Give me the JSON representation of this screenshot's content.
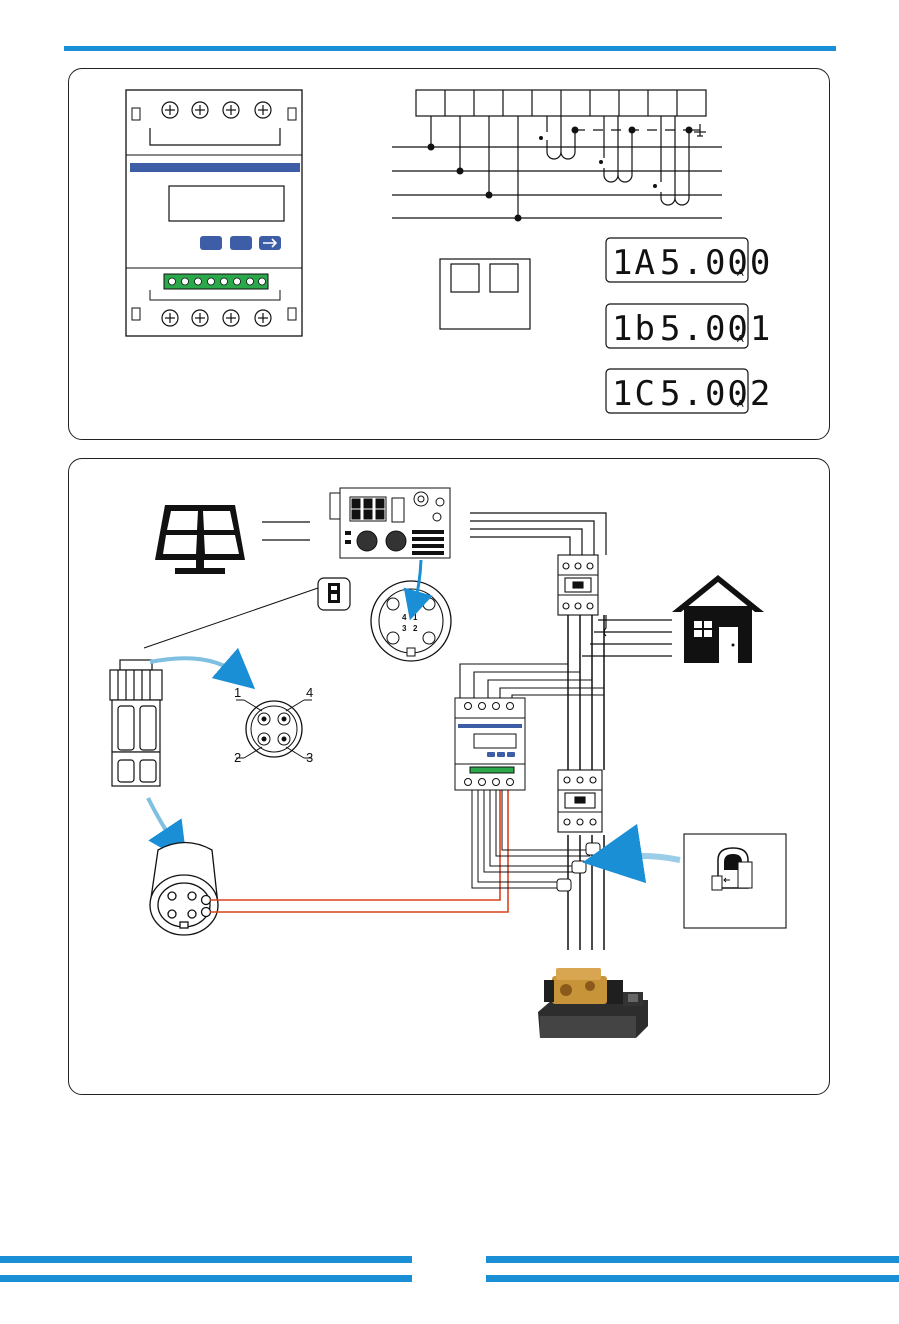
{
  "colors": {
    "accent": "#1a8fd6",
    "meter_blue": "#3d5ea6",
    "terminal_green": "#2aa84a",
    "cable_red": "#d9441c",
    "arrow_blue": "#9ccde8",
    "line": "#111111"
  },
  "displays": [
    {
      "phase": "1A",
      "value": "5.000",
      "unit": "A"
    },
    {
      "phase": "1b",
      "value": "5.001",
      "unit": "A"
    },
    {
      "phase": "1C",
      "value": "5.002",
      "unit": "A"
    }
  ],
  "connector_pins": {
    "large": [
      "1",
      "4",
      "2",
      "3"
    ],
    "inverter_port": [
      "4",
      "1",
      "3",
      "2"
    ]
  },
  "meter_buttons": [
    "",
    "",
    "arrow-right-icon"
  ],
  "icons": [
    "solar-panel-icon",
    "house-icon",
    "generator-icon",
    "ct-clamp-icon",
    "connector-plug-icon"
  ]
}
